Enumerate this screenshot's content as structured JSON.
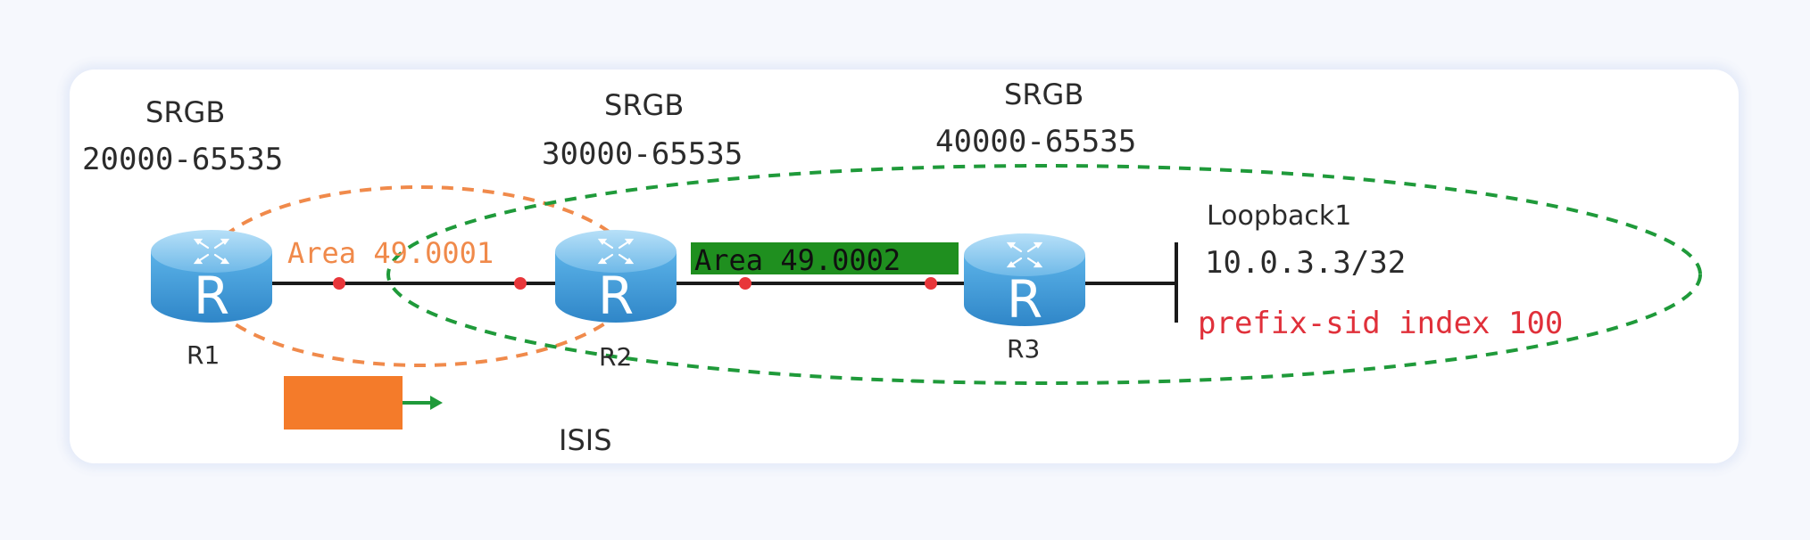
{
  "routers": [
    {
      "id": "R1",
      "label": "R1",
      "icon": "router-icon",
      "srgb_label": "SRGB",
      "srgb_range": "20000-65535"
    },
    {
      "id": "R2",
      "label": "R2",
      "icon": "router-icon",
      "srgb_label": "SRGB",
      "srgb_range": "30000-65535"
    },
    {
      "id": "R3",
      "label": "R3",
      "icon": "router-icon",
      "srgb_label": "SRGB",
      "srgb_range": "40000-65535"
    }
  ],
  "areas": [
    {
      "label": "Area 49.0001",
      "color": "#f08a4b",
      "highlight": false
    },
    {
      "label": "Area 49.0002",
      "color": "#1f9a3a",
      "highlight": true,
      "highlight_color": "#1f8f1f"
    }
  ],
  "loopback": {
    "name": "Loopback1",
    "address": "10.0.3.3/32",
    "prefix_sid": "prefix-sid index 100",
    "prefix_sid_color": "#e0303a"
  },
  "protocol_label": "ISIS",
  "legend": {
    "box_color": "#f47b2a",
    "arrow_color": "#1f9a3a"
  },
  "colors": {
    "router_body": "#4aa3df",
    "router_top": "#8ccaf0",
    "link": "#1a1a1a",
    "link_dot": "#e8363a"
  }
}
